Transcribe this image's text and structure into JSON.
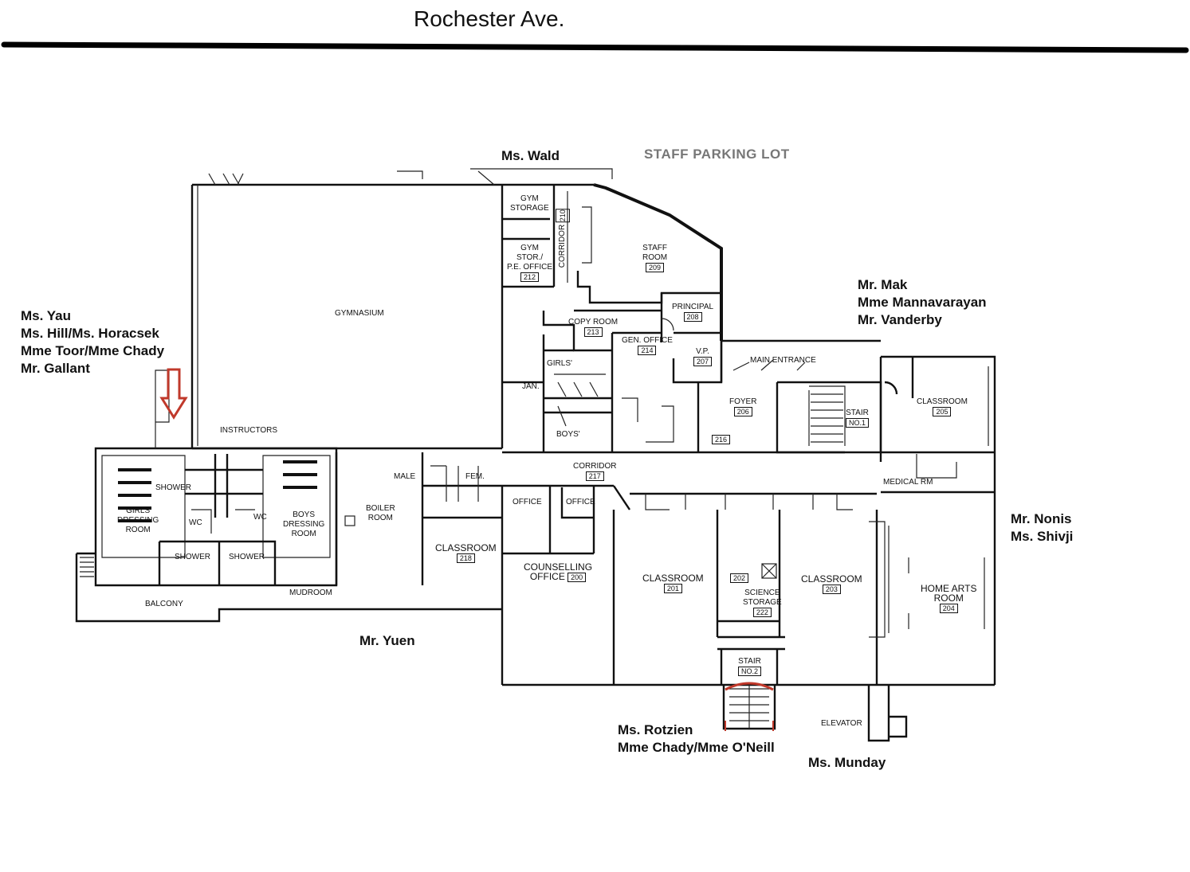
{
  "street": "Rochester Ave.",
  "parking_lot": "STAFF PARKING LOT",
  "staff": {
    "wald": "Ms. Wald",
    "group_west": [
      "Ms. Yau",
      "Ms. Hill/Ms. Horacsek",
      "Mme Toor/Mme Chady",
      "Mr. Gallant"
    ],
    "group_entrance": [
      "Mr. Mak",
      "Mme Mannavarayan",
      "Mr. Vanderby"
    ],
    "group_east": [
      "Mr. Nonis",
      "Ms. Shivji"
    ],
    "yuen": "Mr. Yuen",
    "group_stair2": [
      "Ms. Rotzien",
      "Mme Chady/Mme O'Neill"
    ],
    "munday": "Ms. Munday"
  },
  "rooms": {
    "gymnasium": "GYMNASIUM",
    "gym_storage": {
      "l1": "GYM",
      "l2": "STORAGE"
    },
    "corridor_210": {
      "label": "CORRIDOR",
      "num": "210"
    },
    "gym_stor_pe": {
      "l1": "GYM",
      "l2": "STOR./",
      "l3": "P.E. OFFICE",
      "num": "212"
    },
    "staff_room": {
      "l1": "STAFF",
      "l2": "ROOM",
      "num": "209"
    },
    "principal": {
      "label": "PRINCIPAL",
      "num": "208"
    },
    "copy_room": {
      "label": "COPY ROOM",
      "num": "213"
    },
    "gen_office": {
      "label": "GEN. OFFICE",
      "num": "214"
    },
    "vp": {
      "label": "V.P.",
      "num": "207"
    },
    "main_entrance": "MAIN ENTRANCE",
    "foyer": {
      "label": "FOYER",
      "num": "206"
    },
    "stair1": {
      "label": "STAIR",
      "num": "NO.1"
    },
    "classroom_205": {
      "label": "CLASSROOM",
      "num": "205"
    },
    "girls_wc": "GIRLS'",
    "boys_wc": "BOYS'",
    "jan": "JAN.",
    "room_216": "216",
    "corridor_217": {
      "label": "CORRIDOR",
      "num": "217"
    },
    "medical": "MEDICAL  RM",
    "instructors": "INSTRUCTORS",
    "shower_top": "SHOWER",
    "girls_dressing": {
      "l1": "GIRLS",
      "l2": "DRESSING",
      "l3": "ROOM"
    },
    "boys_dressing": {
      "l1": "BOYS",
      "l2": "DRESSING",
      "l3": "ROOM"
    },
    "wc_left": "WC",
    "wc_right": "WC",
    "shower_a": "SHOWER",
    "shower_b": "SHOWER",
    "boiler": {
      "l1": "BOILER",
      "l2": "ROOM"
    },
    "male": "MALE",
    "fem": "FEM.",
    "office_a": "OFFICE",
    "office_b": "OFFICE",
    "classroom_218": {
      "label": "CLASSROOM",
      "num": "218"
    },
    "counselling": {
      "l1": "COUNSELLING",
      "l2": "OFFICE",
      "num": "200"
    },
    "classroom_201": {
      "label": "CLASSROOM",
      "num": "201"
    },
    "science_storage": {
      "num_top": "202",
      "l1": "SCIENCE",
      "l2": "STORAGE",
      "num": "222"
    },
    "classroom_203": {
      "label": "CLASSROOM",
      "num": "203"
    },
    "home_arts": {
      "l1": "HOME ARTS",
      "l2": "ROOM",
      "num": "204"
    },
    "stair2": {
      "label": "STAIR",
      "num": "NO.2"
    },
    "mudroom": "MUDROOM",
    "balcony": "BALCONY",
    "elevator": "ELEVATOR"
  },
  "colors": {
    "exit_arrow": "#c0392b",
    "lot_text": "#777777"
  }
}
